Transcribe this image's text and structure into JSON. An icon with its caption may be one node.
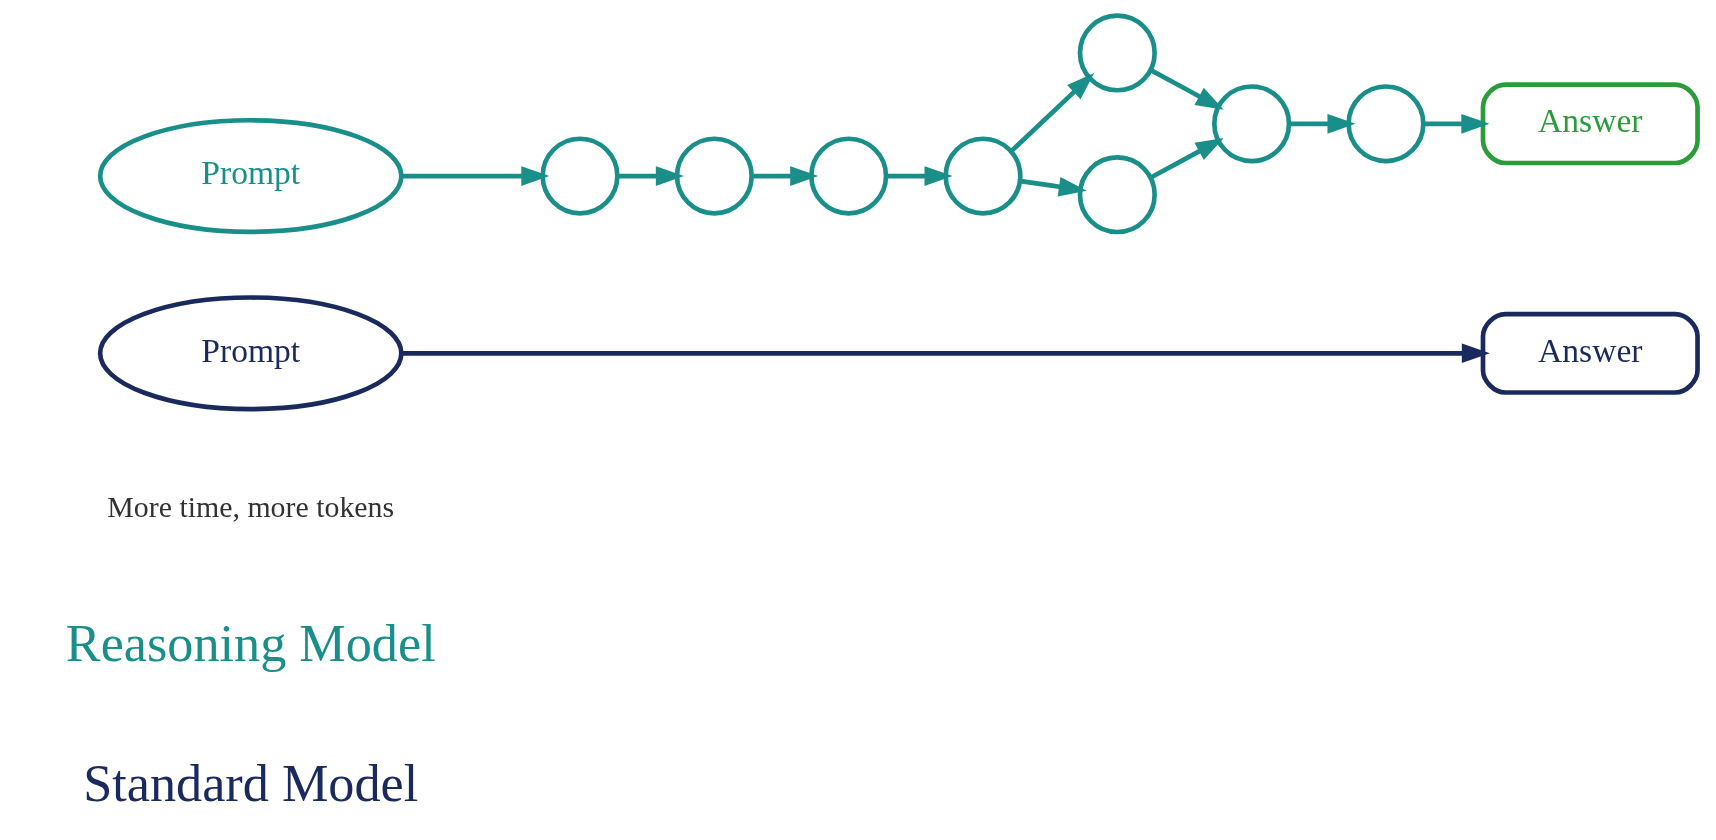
{
  "diagram": {
    "nodes": [
      {
        "text": [
          "Prompt"
        ]
      },
      {
        "text": [
          "Answer"
        ]
      },
      {
        "text": [
          "Prompt"
        ]
      },
      {
        "text": [],
        "shape": "circle"
      },
      {
        "text": [],
        "shape": "circle"
      },
      {
        "text": [],
        "shape": "circle"
      },
      {
        "text": [],
        "shape": "circle"
      },
      {
        "text": [],
        "shape": "circle"
      },
      {
        "text": [],
        "shape": "circle"
      },
      {
        "text": [],
        "shape": "circle"
      },
      {
        "text": [],
        "shape": "circle"
      },
      {
        "text": [
          "Answer"
        ]
      }
    ],
    "edges": [
      {
        "from": 0,
        "to": 1,
        "arrow": "to",
        "color": "#1b2a5e"
      },
      {
        "from": 2,
        "to": 3,
        "arrow": "to"
      },
      {
        "from": 3,
        "to": 4,
        "arrow": "to"
      },
      {
        "from": 4,
        "to": 5,
        "arrow": "to"
      },
      {
        "from": 5,
        "to": 6,
        "arrow": "to"
      },
      {
        "from": 6,
        "to": 8,
        "arrow": "to"
      },
      {
        "from": 6,
        "to": 7,
        "arrow": "to"
      },
      {
        "from": 8,
        "to": 9,
        "arrow": "to"
      },
      {
        "from": 7,
        "to": 9,
        "arrow": "to"
      },
      {
        "from": 9,
        "to": 10,
        "arrow": "to"
      },
      {
        "from": 10,
        "to": 11,
        "arrow": "to"
      }
    ],
    "labels": [
      "Standard Model",
      "Reasoning Model",
      "More time, more tokens"
    ]
  }
}
